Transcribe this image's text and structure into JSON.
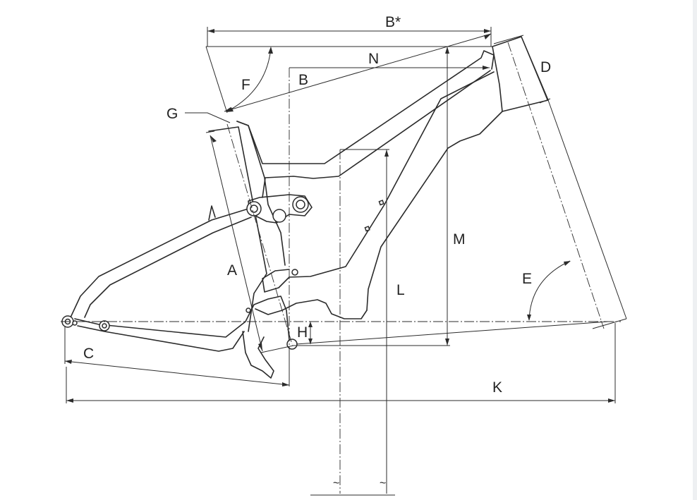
{
  "diagram": {
    "labels": {
      "A": "A",
      "B": "B",
      "B_star": "B*",
      "C": "C",
      "D": "D",
      "E": "E",
      "F": "F",
      "G": "G",
      "H": "H",
      "K": "K",
      "L": "L",
      "M": "M",
      "N": "N"
    },
    "break_symbol": "~"
  },
  "colors": {
    "line": "#2b2b2b",
    "background": "#ffffff"
  }
}
